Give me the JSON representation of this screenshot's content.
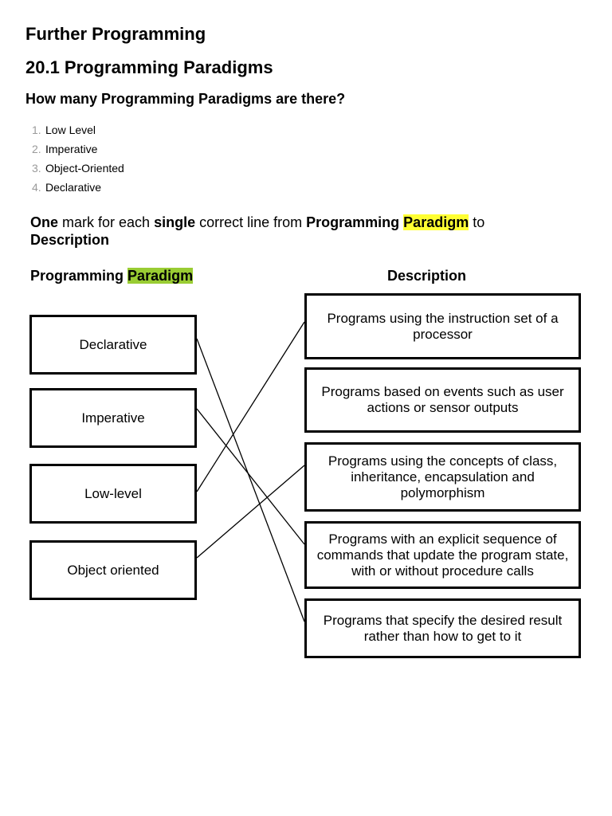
{
  "heading1": "Further Programming",
  "heading2": "20.1 Programming Paradigms",
  "heading3": "How many Programming Paradigms are there?",
  "paradigm_list": [
    {
      "num": "1.",
      "text": "Low Level"
    },
    {
      "num": "2.",
      "text": "Imperative"
    },
    {
      "num": "3.",
      "text": "Object-Oriented"
    },
    {
      "num": "4.",
      "text": "Declarative"
    }
  ],
  "instruction": {
    "w1": "One",
    "t1": " mark for each ",
    "w2": "single",
    "t2": " correct line from ",
    "w3": "Programming",
    "t3": " ",
    "w4": "Paradigm",
    "t4": " to ",
    "w5": "Description"
  },
  "column_headers": {
    "left_a": "Programming",
    "left_b": "Paradigm",
    "right": "Description"
  },
  "highlight_colors": {
    "yellow": "#ffff33",
    "green": "#99cc33"
  },
  "paradigm_boxes": [
    "Declarative",
    "Imperative",
    "Low-level",
    "Object oriented"
  ],
  "description_boxes": [
    "Programs using the instruction set of a processor",
    "Programs based on events such as user actions or sensor outputs",
    "Programs using the concepts of class, inheritance, encapsulation and polymorphism",
    "Programs with an explicit sequence of commands that update the program state, with or without procedure calls",
    "Programs that specify the desired result rather than how to get to it"
  ],
  "matches": [
    {
      "paradigm": "Declarative",
      "description_index": 4
    },
    {
      "paradigm": "Imperative",
      "description_index": 3
    },
    {
      "paradigm": "Low-level",
      "description_index": 0
    },
    {
      "paradigm": "Object oriented",
      "description_index": 2
    }
  ]
}
